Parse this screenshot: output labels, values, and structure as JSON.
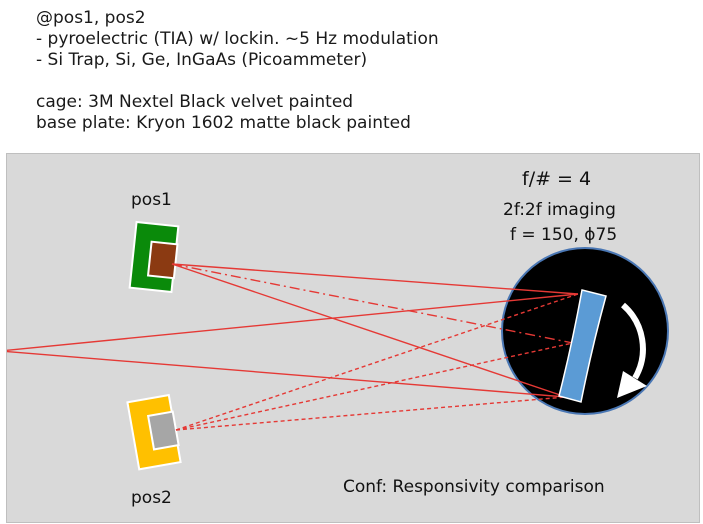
{
  "notes": {
    "line1": "@pos1, pos2",
    "line2": "- pyroelectric (TIA) w/ lockin. ~5 Hz modulation",
    "line3": "- Si Trap, Si, Ge, InGaAs (Picoammeter)",
    "line4": "cage: 3M Nextel Black velvet painted",
    "line5": "base plate: Kryon 1602  matte black painted"
  },
  "labels": {
    "pos1": "pos1",
    "pos2": "pos2",
    "fnum": "f/# = 4",
    "imaging": "2f:2f imaging",
    "focal": "f = 150,  ϕ75",
    "conf": "Conf: Responsivity comparison"
  },
  "colors": {
    "panel": "#d9d9d9",
    "pos1_frame": "#0a8a0a",
    "pos1_sensor": "#8b3a12",
    "pos2_frame": "#ffc000",
    "pos2_sensor": "#a6a6a6",
    "mirror": "#5b9bd5",
    "beam": "#e53935",
    "circle": "#000000"
  }
}
